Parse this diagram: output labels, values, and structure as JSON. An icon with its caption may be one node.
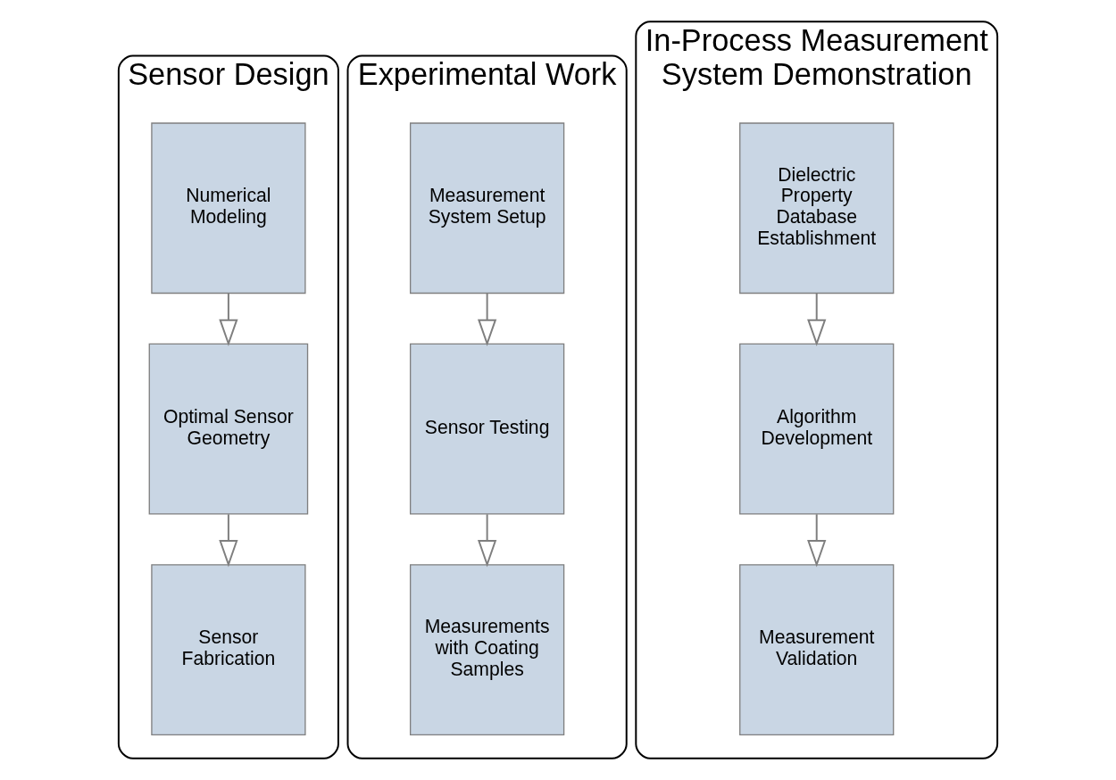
{
  "diagram": {
    "nodes": [
      {
        "text": [
          "Sensor Design"
        ]
      },
      {
        "text": [
          "Numerical Modeling"
        ],
        "in": 0
      },
      {
        "text": [
          "Optimal Sensor Geometry"
        ],
        "in": 0
      },
      {
        "text": [
          "Sensor Fabrication"
        ],
        "in": 0
      },
      {
        "text": [
          "Experimental Work"
        ]
      },
      {
        "text": [
          "Measurement System Setup"
        ],
        "in": 4
      },
      {
        "text": [
          "Sensor Testing"
        ],
        "in": 4
      },
      {
        "text": [
          "Measurements with Coating Samples"
        ],
        "in": 4
      },
      {
        "text": [
          "In-Process Measurement System Demonstration"
        ]
      },
      {
        "text": [
          "Dielectric Property Database Establishment"
        ],
        "in": 8
      },
      {
        "text": [
          "Algorithm Development"
        ],
        "in": 8
      },
      {
        "text": [
          "Measurement Validation"
        ],
        "in": 8
      }
    ],
    "edges": [
      {
        "from": 1,
        "to": 2,
        "arrow": "to"
      },
      {
        "from": 2,
        "to": 3,
        "arrow": "to"
      },
      {
        "from": 5,
        "to": 6,
        "arrow": "to"
      },
      {
        "from": 6,
        "to": 7,
        "arrow": "to"
      },
      {
        "from": 9,
        "to": 10,
        "arrow": "to"
      },
      {
        "from": 10,
        "to": 11,
        "arrow": "to"
      }
    ]
  }
}
